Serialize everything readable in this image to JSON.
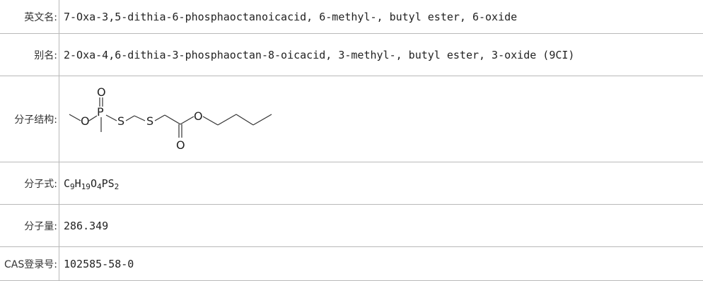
{
  "rows": {
    "english_name": {
      "label": "英文名:",
      "value": "7-Oxa-3,5-dithia-6-phosphaoctanoicacid, 6-methyl-, butyl ester, 6-oxide"
    },
    "alias": {
      "label": "别名:",
      "value": "2-Oxa-4,6-dithia-3-phosphaoctan-8-oicacid, 3-methyl-, butyl ester, 3-oxide (9CI)"
    },
    "structure": {
      "label": "分子结构:",
      "atoms": {
        "o_top": "O",
        "o_ester": "O",
        "p": "P",
        "s1": "S",
        "s2": "S",
        "o_chain": "O",
        "o_carbonyl": "O"
      }
    },
    "formula": {
      "label": "分子式:",
      "parts": {
        "c": "C",
        "c_n": "9",
        "h": "H",
        "h_n": "19",
        "o": "O",
        "o_n": "4",
        "ps": "PS",
        "s_n": "2"
      }
    },
    "mol_weight": {
      "label": "分子量:",
      "value": "286.349"
    },
    "cas": {
      "label": "CAS登录号:",
      "value": "102585-58-0"
    }
  }
}
